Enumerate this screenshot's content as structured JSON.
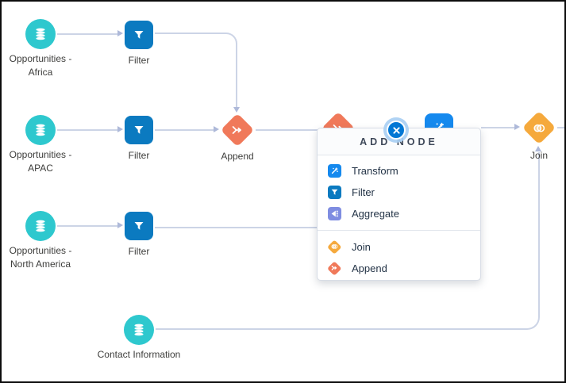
{
  "colors": {
    "dataset_teal": "#2EC8CE",
    "filter_blue": "#0B7AC0",
    "transform_blue": "#1589EE",
    "aggregate_violet": "#7F8DE1",
    "join_amber": "#F5A93C",
    "append_coral": "#F0795A",
    "connector_gray": "#CCD4E6",
    "close_button_blue": "#0277D4"
  },
  "nodes": {
    "opp_africa": "Opportunities - Africa",
    "filter_africa": "Filter",
    "opp_apac": "Opportunities - APAC",
    "filter_apac": "Filter",
    "append": "Append",
    "opp_na": "Opportunities - North America",
    "filter_na": "Filter",
    "contact_info": "Contact Information",
    "join": "Join"
  },
  "popup": {
    "title": "ADD NODE",
    "items": [
      {
        "label": "Transform",
        "icon": "transform-icon"
      },
      {
        "label": "Filter",
        "icon": "filter-icon"
      },
      {
        "label": "Aggregate",
        "icon": "aggregate-icon"
      },
      {
        "label": "Join",
        "icon": "join-icon"
      },
      {
        "label": "Append",
        "icon": "append-icon"
      }
    ]
  }
}
